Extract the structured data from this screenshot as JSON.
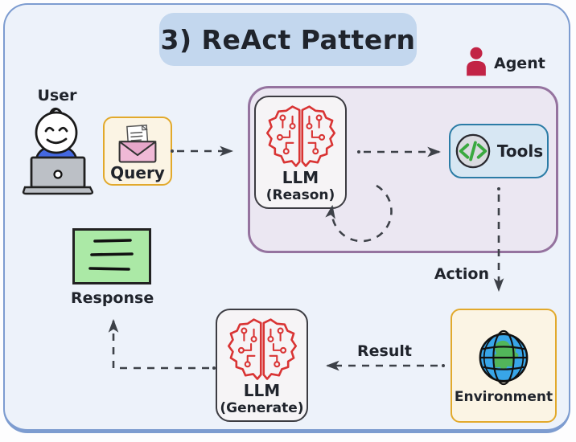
{
  "title": "3) ReAct Pattern",
  "agent": {
    "label": "Agent"
  },
  "user": {
    "label": "User"
  },
  "query": {
    "label": "Query"
  },
  "llm_reason": {
    "name": "LLM",
    "role": "(Reason)"
  },
  "tools": {
    "label": "Tools"
  },
  "action": {
    "label": "Action"
  },
  "environment": {
    "label": "Environment"
  },
  "result": {
    "label": "Result"
  },
  "llm_generate": {
    "name": "LLM",
    "role": "(Generate)"
  },
  "response": {
    "label": "Response"
  },
  "icons": {
    "agent": "person-icon",
    "user": "person-at-laptop-icon",
    "query": "envelope-document-icon",
    "llm": "brain-circuit-icon",
    "tools": "code-icon",
    "environment": "globe-icon",
    "response": "document-lines-icon"
  },
  "colors": {
    "frame_border": "#7d9cd0",
    "frame_bg": "#edf2fa",
    "title_bg": "#c3d7ee",
    "text_dark": "#20242c",
    "boundary_border": "#95739f",
    "boundary_bg": "#ebe7f2",
    "node_border": "#3c3c42",
    "node_bg": "#f6f4f6",
    "brain_red": "#d93434",
    "tools_border": "#2b7ca6",
    "tools_bg": "#d7e7f3",
    "code_green": "#3aa93f",
    "gold_border": "#e2a92b",
    "cream_bg": "#fbf4e4",
    "response_green": "#abe9a6",
    "person_crimson": "#c22446",
    "user_blue": "#4468e0",
    "laptop_gray": "#bcc0c6",
    "envelope_pink": "#f0b9d6",
    "globe_blue": "#38a5e8",
    "land_green": "#52b55a",
    "arrow_gray": "#3d4148"
  }
}
